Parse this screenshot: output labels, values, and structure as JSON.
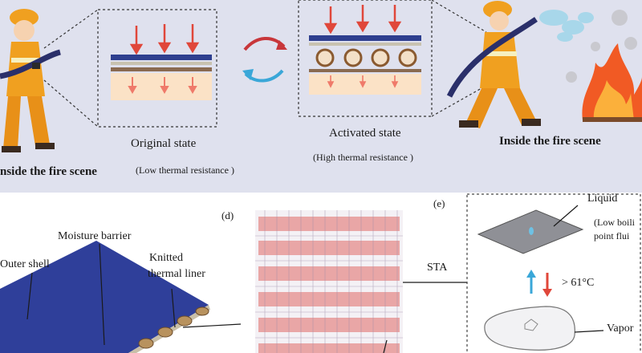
{
  "top": {
    "original_state": "Original state",
    "original_sub": "(Low thermal resistance )",
    "activated_state": "Activated state",
    "activated_sub": "(High thermal resistance )",
    "fire_scene_left": "nside the fire scene",
    "fire_scene_right": "Inside the fire scene"
  },
  "panel_d": {
    "label": "(d)",
    "outer_shell": "Outer shell",
    "moisture_barrier": "Moisture barrier",
    "knitted_line1": "Knitted",
    "knitted_line2": "thermal liner",
    "sta": "STA"
  },
  "panel_e": {
    "label": "(e)",
    "liquid": "Liquid",
    "low_boil_line1": "(Low boili",
    "low_boil_line2": "point flui",
    "temperature": "> 61°C",
    "vapor": "Vapor"
  },
  "colors": {
    "band": "#dfe1ee",
    "arrow_red": "#e0473a",
    "arrow_blue": "#3aa7d8",
    "shell_blue": "#2e3f8f",
    "firefighter_orange": "#f0a020",
    "grid_red": "#e9a6a6"
  }
}
